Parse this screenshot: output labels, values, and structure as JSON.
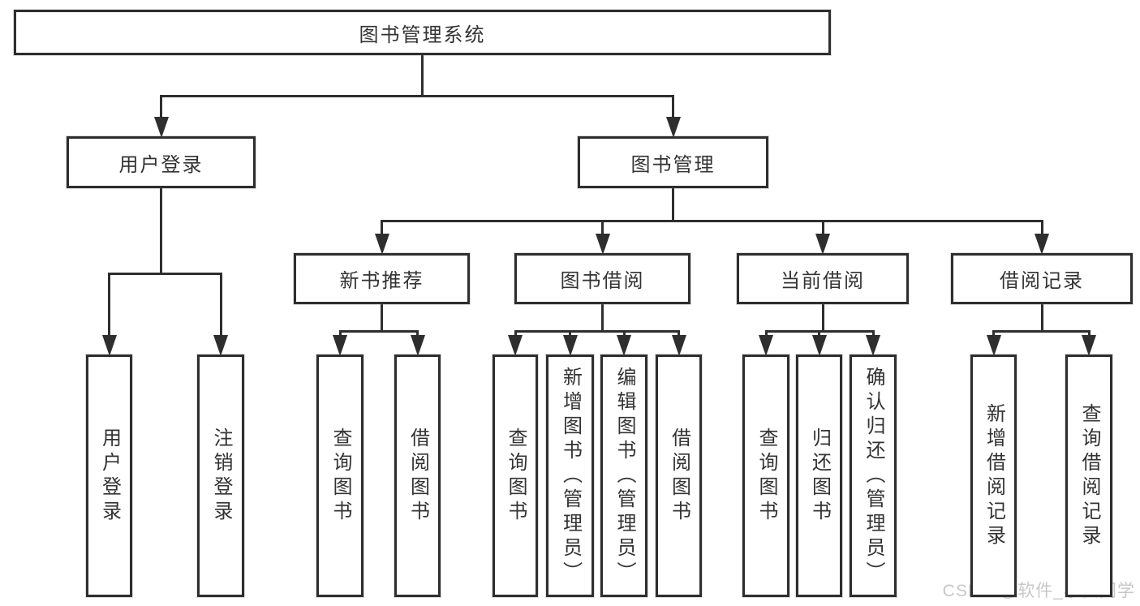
{
  "diagram_title": "图书管理系统",
  "watermark": "CSDN @软件_小贺同学",
  "colors": {
    "line": "#2e2e2e",
    "box_border": "#2e2e2e",
    "box_fill": "#ffffff",
    "text": "#333333",
    "watermark": "#c7c7c7",
    "background": "#ffffff"
  },
  "nodes": [
    {
      "id": "root",
      "label": "图书管理系统",
      "orientation": "horizontal",
      "level": 0
    },
    {
      "id": "user-login",
      "label": "用户登录",
      "orientation": "horizontal",
      "level": 1
    },
    {
      "id": "book-mgmt",
      "label": "图书管理",
      "orientation": "horizontal",
      "level": 1
    },
    {
      "id": "new-book-recommend",
      "label": "新书推荐",
      "orientation": "horizontal",
      "level": 2
    },
    {
      "id": "book-borrow",
      "label": "图书借阅",
      "orientation": "horizontal",
      "level": 2
    },
    {
      "id": "current-borrow",
      "label": "当前借阅",
      "orientation": "horizontal",
      "level": 2
    },
    {
      "id": "borrow-records",
      "label": "借阅记录",
      "orientation": "horizontal",
      "level": 2
    },
    {
      "id": "login",
      "label": "用户登录",
      "orientation": "vertical",
      "level": 3
    },
    {
      "id": "logout",
      "label": "注销登录",
      "orientation": "vertical",
      "level": 3
    },
    {
      "id": "query-book-1",
      "label": "查询图书",
      "orientation": "vertical",
      "level": 3
    },
    {
      "id": "borrow-book-1",
      "label": "借阅图书",
      "orientation": "vertical",
      "level": 3
    },
    {
      "id": "query-book-2",
      "label": "查询图书",
      "orientation": "vertical",
      "level": 3
    },
    {
      "id": "add-book",
      "label": "新增图书（管理员）",
      "orientation": "vertical",
      "level": 3
    },
    {
      "id": "edit-book",
      "label": "编辑图书（管理员）",
      "orientation": "vertical",
      "level": 3
    },
    {
      "id": "borrow-book-2",
      "label": "借阅图书",
      "orientation": "vertical",
      "level": 3
    },
    {
      "id": "query-book-3",
      "label": "查询图书",
      "orientation": "vertical",
      "level": 3
    },
    {
      "id": "return-book",
      "label": "归还图书",
      "orientation": "vertical",
      "level": 3
    },
    {
      "id": "confirm-return",
      "label": "确认归还（管理员）",
      "orientation": "vertical",
      "level": 3
    },
    {
      "id": "add-borrow-record",
      "label": "新增借阅记录",
      "orientation": "vertical",
      "level": 3
    },
    {
      "id": "query-borrow-record",
      "label": "查询借阅记录",
      "orientation": "vertical",
      "level": 3
    }
  ],
  "edges": [
    {
      "from": "root",
      "to": [
        "user-login",
        "book-mgmt"
      ]
    },
    {
      "from": "user-login",
      "to": [
        "login",
        "logout"
      ]
    },
    {
      "from": "book-mgmt",
      "to": [
        "new-book-recommend",
        "book-borrow",
        "current-borrow",
        "borrow-records"
      ]
    },
    {
      "from": "new-book-recommend",
      "to": [
        "query-book-1",
        "borrow-book-1"
      ]
    },
    {
      "from": "book-borrow",
      "to": [
        "query-book-2",
        "add-book",
        "edit-book",
        "borrow-book-2"
      ]
    },
    {
      "from": "current-borrow",
      "to": [
        "query-book-3",
        "return-book",
        "confirm-return"
      ]
    },
    {
      "from": "borrow-records",
      "to": [
        "add-borrow-record",
        "query-borrow-record"
      ]
    }
  ]
}
